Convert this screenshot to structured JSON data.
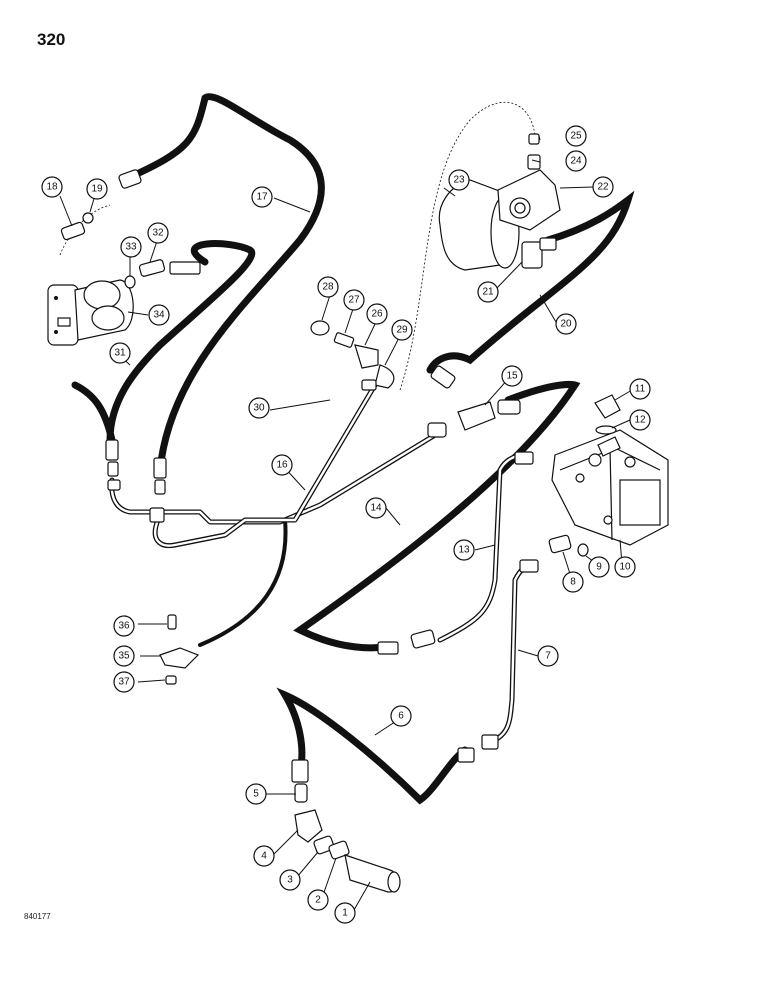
{
  "page_number": "320",
  "figure_code": "840177",
  "callouts": [
    {
      "id": "1",
      "label": "1"
    },
    {
      "id": "2",
      "label": "2"
    },
    {
      "id": "3",
      "label": "3"
    },
    {
      "id": "4",
      "label": "4"
    },
    {
      "id": "5",
      "label": "5"
    },
    {
      "id": "6",
      "label": "6"
    },
    {
      "id": "7",
      "label": "7"
    },
    {
      "id": "8",
      "label": "8"
    },
    {
      "id": "9",
      "label": "9"
    },
    {
      "id": "10",
      "label": "10"
    },
    {
      "id": "11",
      "label": "11"
    },
    {
      "id": "12",
      "label": "12"
    },
    {
      "id": "13",
      "label": "13"
    },
    {
      "id": "14",
      "label": "14"
    },
    {
      "id": "15",
      "label": "15"
    },
    {
      "id": "16",
      "label": "16"
    },
    {
      "id": "17",
      "label": "17"
    },
    {
      "id": "18",
      "label": "18"
    },
    {
      "id": "19",
      "label": "19"
    },
    {
      "id": "20",
      "label": "20"
    },
    {
      "id": "21",
      "label": "21"
    },
    {
      "id": "22",
      "label": "22"
    },
    {
      "id": "23",
      "label": "23"
    },
    {
      "id": "24",
      "label": "24"
    },
    {
      "id": "25",
      "label": "25"
    },
    {
      "id": "26",
      "label": "26"
    },
    {
      "id": "27",
      "label": "27"
    },
    {
      "id": "28",
      "label": "28"
    },
    {
      "id": "29",
      "label": "29"
    },
    {
      "id": "30",
      "label": "30"
    },
    {
      "id": "31",
      "label": "31"
    },
    {
      "id": "32",
      "label": "32"
    },
    {
      "id": "33",
      "label": "33"
    },
    {
      "id": "34",
      "label": "34"
    },
    {
      "id": "35",
      "label": "35"
    },
    {
      "id": "36",
      "label": "36"
    },
    {
      "id": "37",
      "label": "37"
    }
  ]
}
